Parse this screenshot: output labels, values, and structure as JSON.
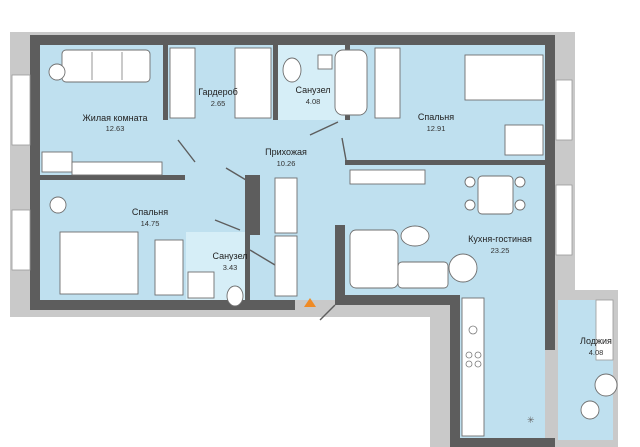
{
  "rooms": {
    "living": {
      "name": "Жилая комната",
      "area": "12.63"
    },
    "wardrobe": {
      "name": "Гардероб",
      "area": "2.65"
    },
    "bath_top": {
      "name": "Санузел",
      "area": "4.08"
    },
    "bedroom_right": {
      "name": "Спальня",
      "area": "12.91"
    },
    "hall": {
      "name": "Прихожая",
      "area": "10.26"
    },
    "bedroom_left": {
      "name": "Спальня",
      "area": "14.75"
    },
    "bath_bottom": {
      "name": "Санузел",
      "area": "3.43"
    },
    "kitchen": {
      "name": "Кухня-гостиная",
      "area": "23.25"
    },
    "loggia": {
      "name": "Лоджия",
      "area": "4.08"
    }
  },
  "colors": {
    "floor": "#bfe0ef",
    "tile": "#d6eef7",
    "wall": "#5d5d5d",
    "entrance": "#f08a24"
  },
  "icons": {
    "entrance": "entrance-arrow-icon",
    "hob": "hob-icon"
  }
}
